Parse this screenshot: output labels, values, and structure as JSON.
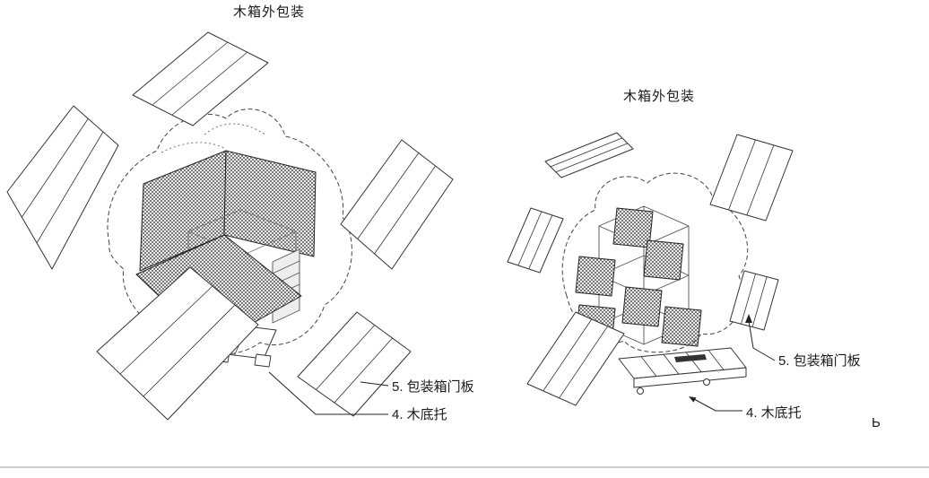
{
  "left": {
    "title": "木箱外包装",
    "label_door": "5. 包装箱门板",
    "label_base": "4. 木底托"
  },
  "right": {
    "title": "木箱外包装",
    "label_door": "5. 包装箱门板",
    "label_base": "4. 木底托"
  },
  "artifact": {
    "char": "Ь"
  },
  "colors": {
    "ink": "#2a2a2a",
    "background": "#ffffff"
  }
}
